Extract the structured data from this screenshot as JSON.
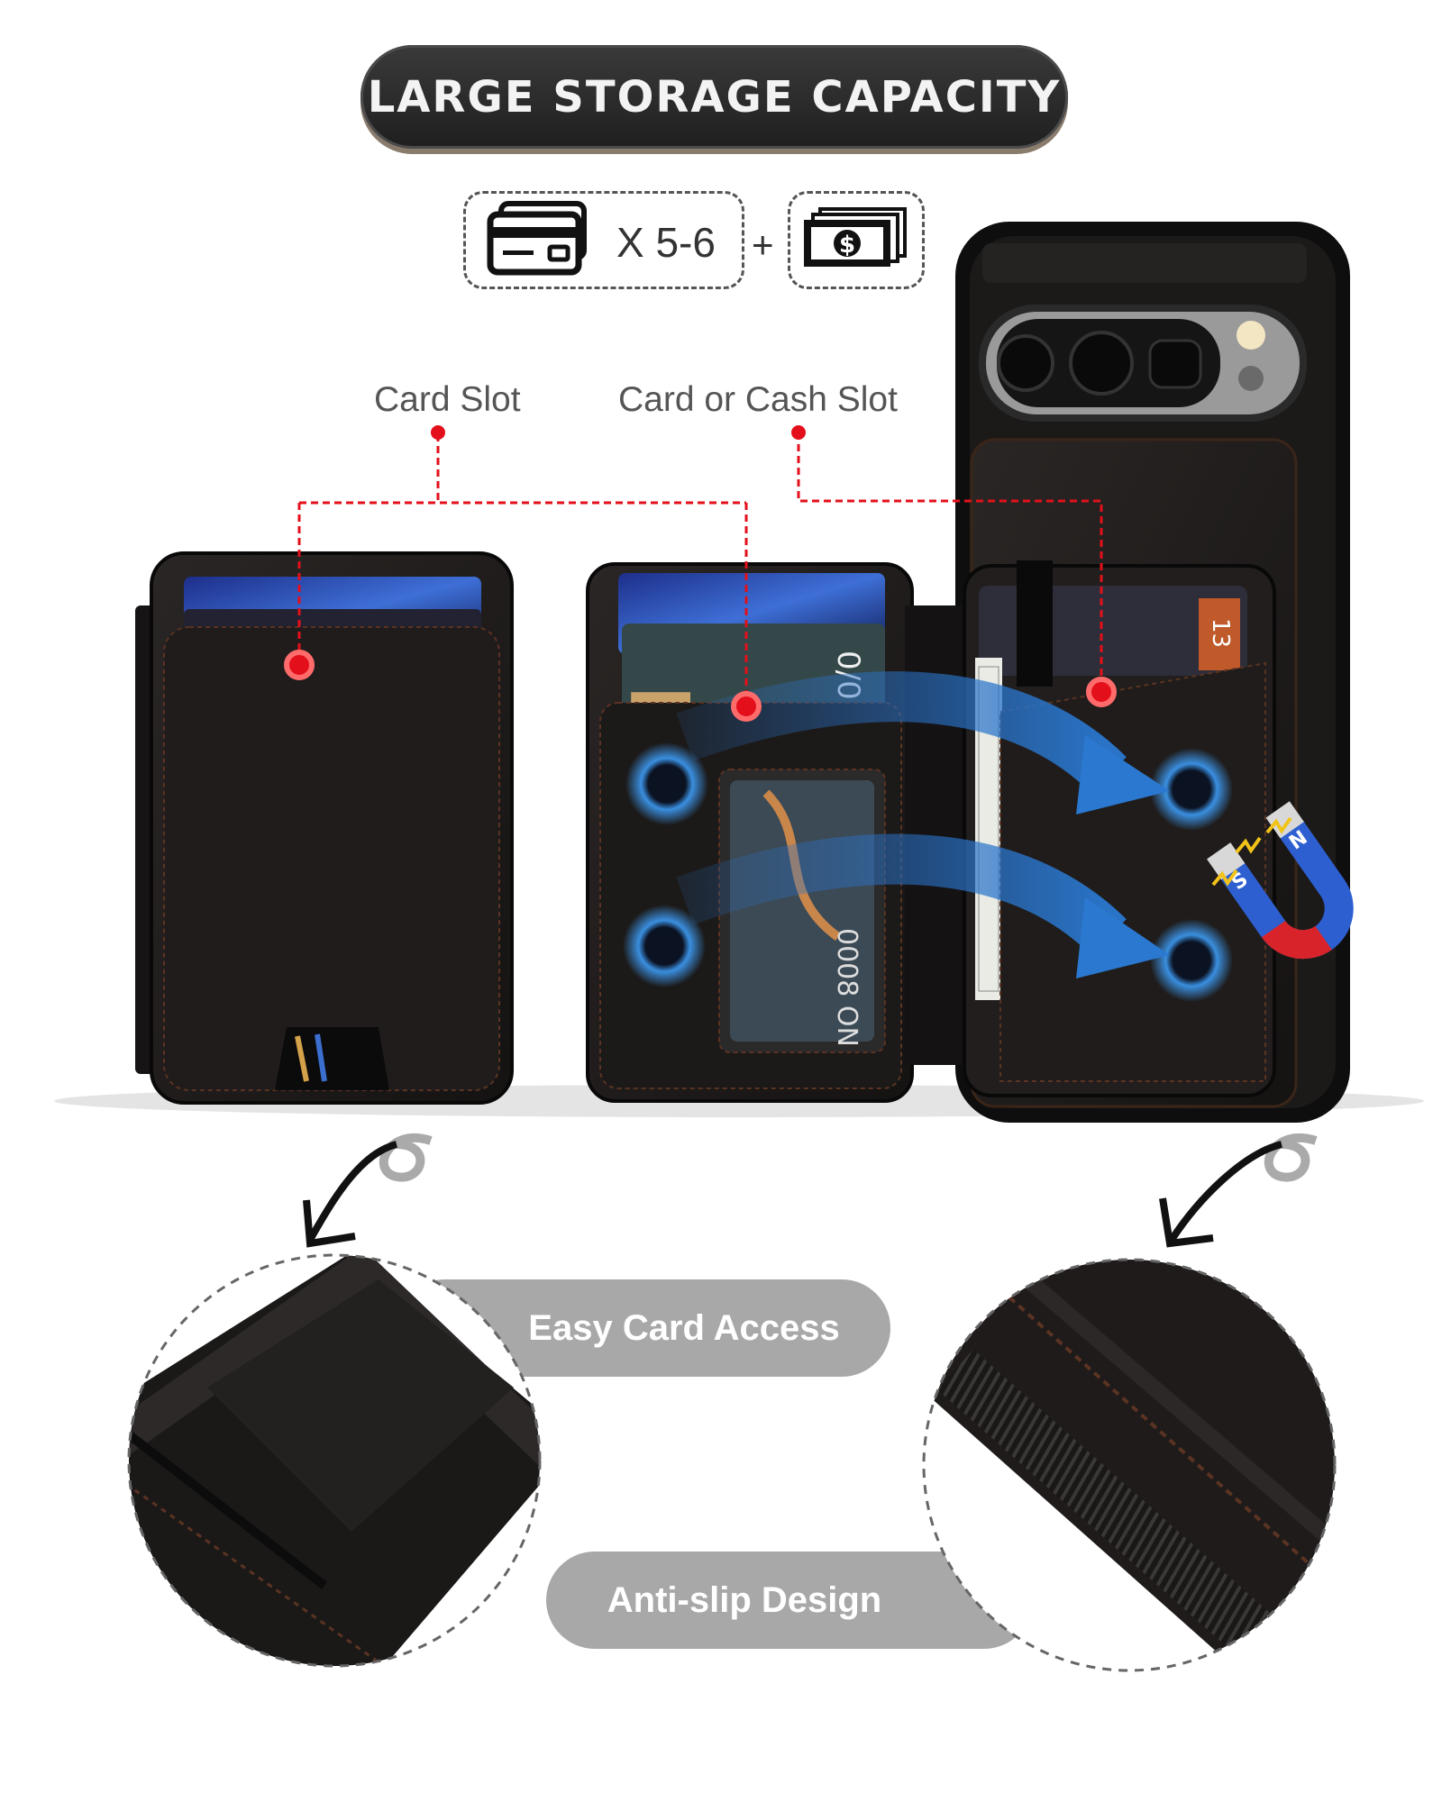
{
  "header": {
    "title": "LARGE STORAGE CAPACITY"
  },
  "capacity": {
    "cards_icon": "credit-cards-icon",
    "quantity": "X 5-6",
    "plus": "+",
    "cash_icon": "cash-stack-icon"
  },
  "callouts": {
    "card_slot": "Card Slot",
    "card_or_cash_slot": "Card or Cash Slot"
  },
  "features": {
    "easy_access": "Easy Card Access",
    "anti_slip": "Anti-slip Design"
  },
  "colors": {
    "accent_red": "#e3101b",
    "leather": "#1e1b1a",
    "stitch": "#6b3a24",
    "magnet_blue": "#3a8fe0",
    "pill_gray": "#a9a8a8"
  }
}
